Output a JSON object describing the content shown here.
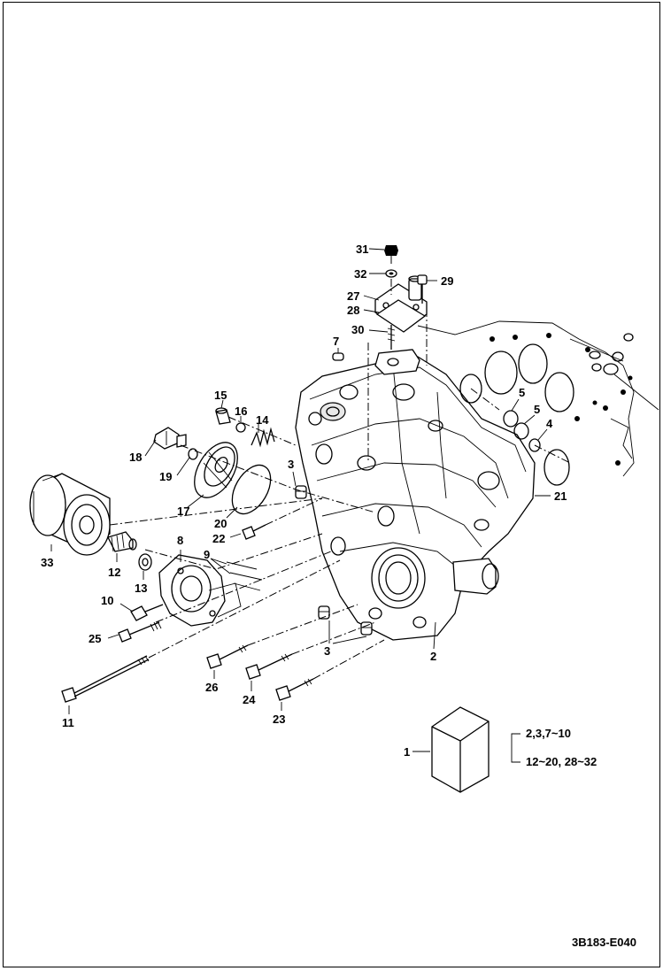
{
  "figure_code": "3B183-E040",
  "callouts": {
    "c1": "1",
    "c2": "2",
    "c3a": "3",
    "c3b": "3",
    "c4": "4",
    "c5a": "5",
    "c5b": "5",
    "c7": "7",
    "c8": "8",
    "c9": "9",
    "c10": "10",
    "c11": "11",
    "c12": "12",
    "c13": "13",
    "c14": "14",
    "c15": "15",
    "c16": "16",
    "c17": "17",
    "c18": "18",
    "c19": "19",
    "c20": "20",
    "c21": "21",
    "c22": "22",
    "c23": "23",
    "c24": "24",
    "c25": "25",
    "c26": "26",
    "c27": "27",
    "c28": "28",
    "c29": "29",
    "c30": "30",
    "c31": "31",
    "c32": "32",
    "c33": "33"
  },
  "kit_legend": {
    "line1": "2,3,7~10",
    "line2": "12~20, 28~32"
  }
}
